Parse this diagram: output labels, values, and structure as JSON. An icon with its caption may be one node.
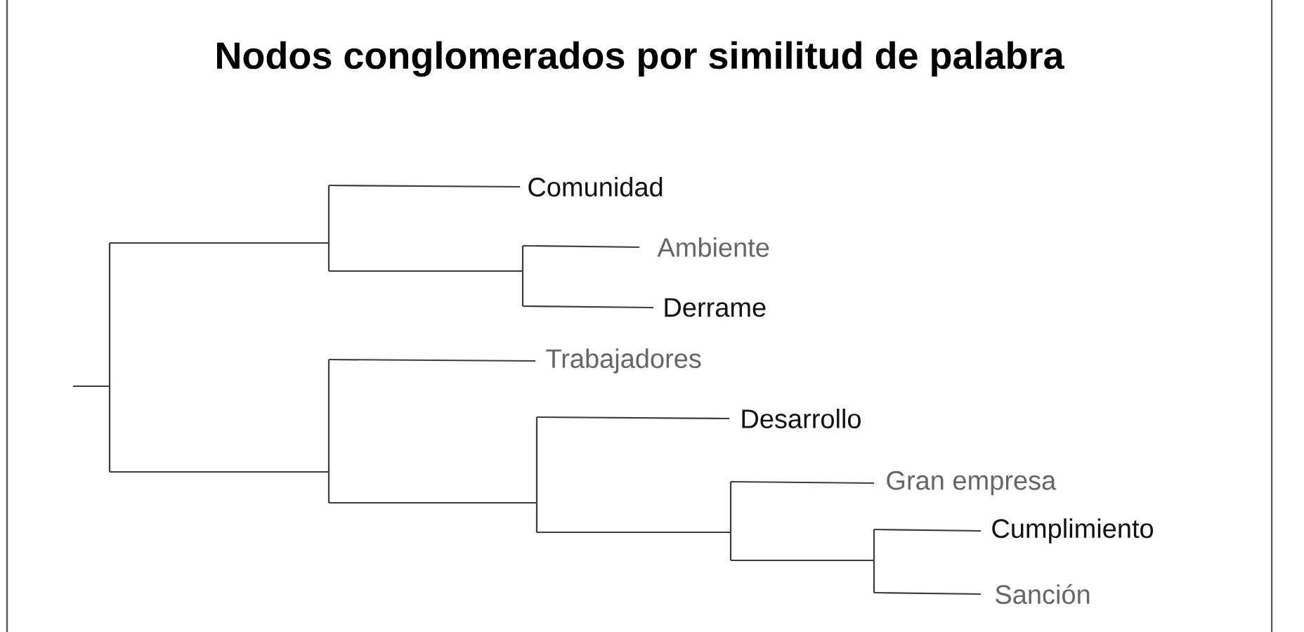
{
  "diagram": {
    "title": "Nodos conglomerados por similitud de palabra",
    "nodes": [
      {
        "text": [],
        "shape": "bar"
      },
      {
        "text": [],
        "shape": "bar"
      },
      {
        "text": [
          "Comunidad"
        ]
      },
      {
        "text": [],
        "shape": "bar"
      },
      {
        "text": [
          "Ambiente"
        ]
      },
      {
        "text": [
          "Derrame"
        ]
      },
      {
        "text": [],
        "shape": "bar"
      },
      {
        "text": [
          "Trabajadores"
        ]
      },
      {
        "text": [],
        "shape": "bar"
      },
      {
        "text": [
          "Desarrollo"
        ]
      },
      {
        "text": [],
        "shape": "bar"
      },
      {
        "text": [
          "Gran empresa"
        ]
      },
      {
        "text": [],
        "shape": "bar"
      },
      {
        "text": [
          "Cumplimiento"
        ]
      },
      {
        "text": [
          "Sanción"
        ]
      }
    ],
    "edges": [
      {
        "from": null,
        "to": 0,
        "arrow": "none"
      },
      {
        "from": 0,
        "to": 1,
        "arrow": "none"
      },
      {
        "from": 0,
        "to": 6,
        "arrow": "none"
      },
      {
        "from": 1,
        "to": 2,
        "arrow": "none"
      },
      {
        "from": 1,
        "to": 3,
        "arrow": "none"
      },
      {
        "from": 3,
        "to": 4,
        "arrow": "none"
      },
      {
        "from": 3,
        "to": 5,
        "arrow": "none"
      },
      {
        "from": 6,
        "to": 7,
        "arrow": "none"
      },
      {
        "from": 6,
        "to": 8,
        "arrow": "none"
      },
      {
        "from": 8,
        "to": 9,
        "arrow": "none"
      },
      {
        "from": 8,
        "to": 10,
        "arrow": "none"
      },
      {
        "from": 10,
        "to": 11,
        "arrow": "none"
      },
      {
        "from": 10,
        "to": 12,
        "arrow": "none"
      },
      {
        "from": 12,
        "to": 13,
        "arrow": "none"
      },
      {
        "from": 12,
        "to": 14,
        "arrow": "none"
      }
    ]
  }
}
